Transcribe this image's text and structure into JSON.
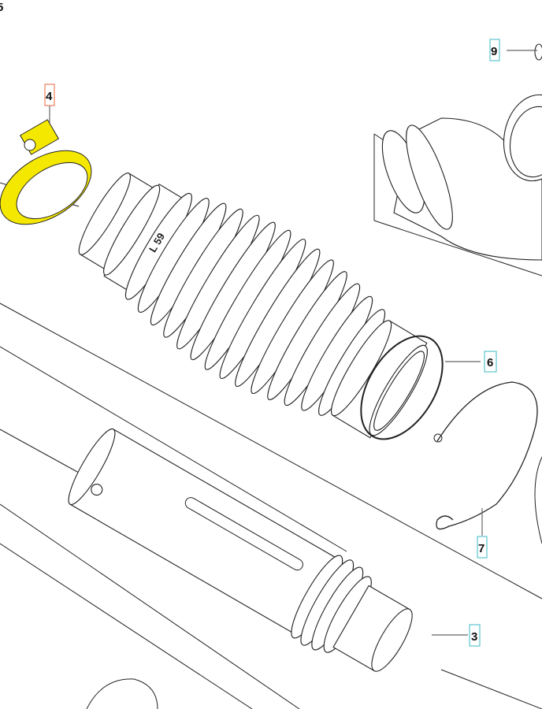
{
  "corner_fragment": "5",
  "callouts": [
    {
      "id": "4",
      "label": "4",
      "part": "hose-clamp",
      "highlighted": true,
      "box_color": "#e8643c"
    },
    {
      "id": "9",
      "label": "9",
      "part": "fastener",
      "highlighted": false,
      "box_color": "#3bb8c4"
    },
    {
      "id": "6",
      "label": "6",
      "part": "sealing-ring",
      "highlighted": false,
      "box_color": "#3bb8c4"
    },
    {
      "id": "7",
      "label": "7",
      "part": "wire-ring",
      "highlighted": false,
      "box_color": "#3bb8c4"
    },
    {
      "id": "3",
      "label": "3",
      "part": "tube",
      "highlighted": false,
      "box_color": "#3bb8c4"
    }
  ],
  "hose_marking": "L 59",
  "highlight_color": "#f5e800"
}
